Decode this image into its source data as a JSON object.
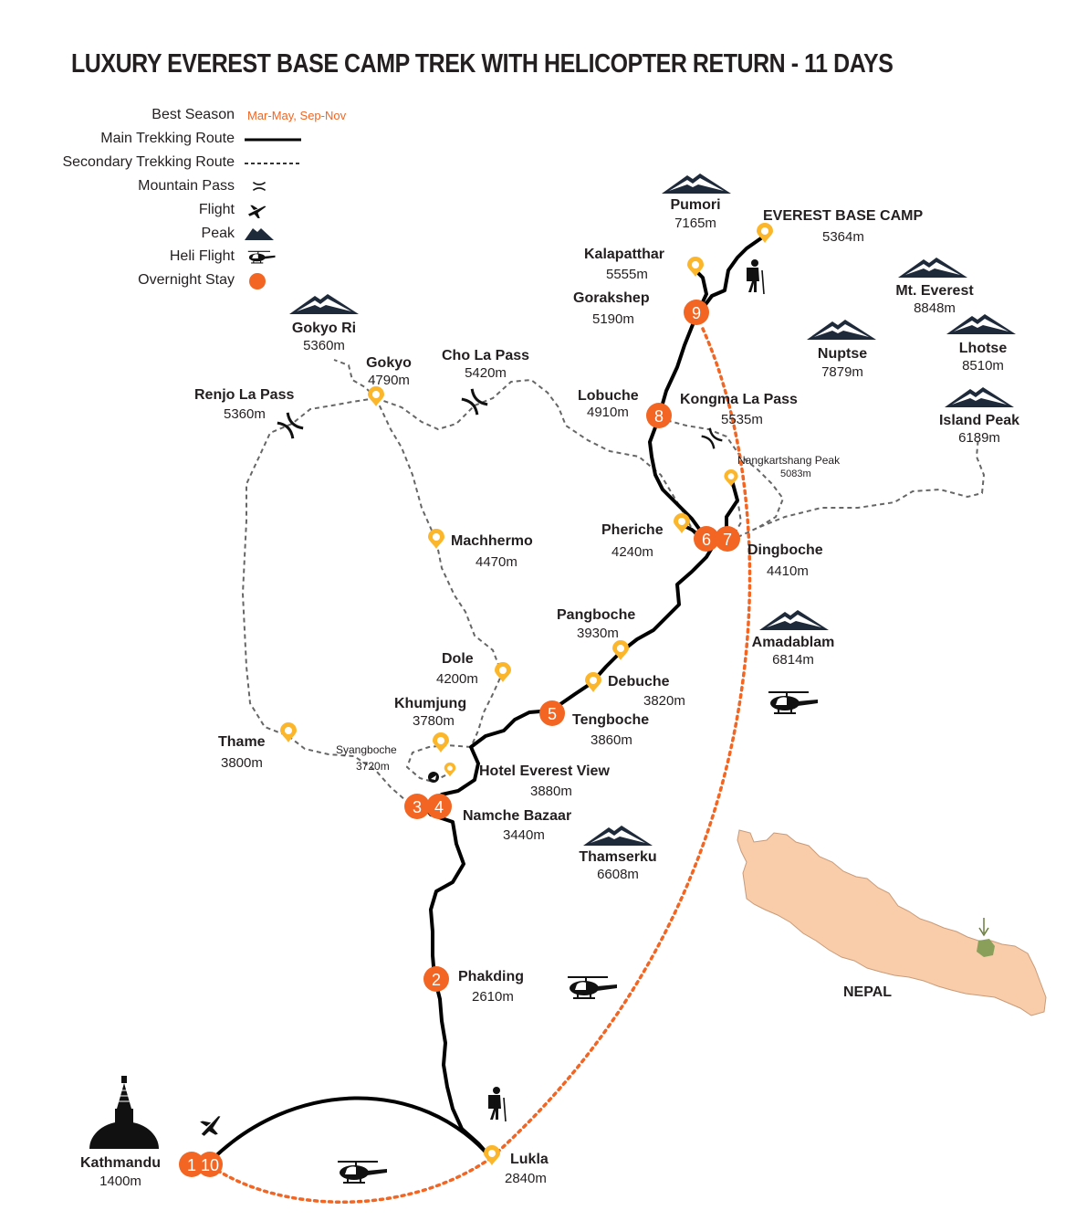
{
  "title": "LUXURY EVEREST BASE CAMP TREK WITH HELICOPTER RETURN - 11 DAYS",
  "legend": {
    "best_season_label": "Best Season",
    "best_season_value": "Mar-May, Sep-Nov",
    "main_route": "Main Trekking Route",
    "secondary_route": "Secondary Trekking Route",
    "mountain_pass": "Mountain Pass",
    "flight": "Flight",
    "peak": "Peak",
    "heli_flight": "Heli Flight",
    "overnight_stay": "Overnight Stay"
  },
  "places": {
    "ebc": {
      "name": "EVEREST BASE CAMP",
      "alt": "5364m"
    },
    "pumori": {
      "name": "Pumori",
      "alt": "7165m"
    },
    "kalapatthar": {
      "name": "Kalapatthar",
      "alt": "5555m"
    },
    "gorakshep": {
      "name": "Gorakshep",
      "alt": "5190m"
    },
    "mt_everest": {
      "name": "Mt. Everest",
      "alt": "8848m"
    },
    "nuptse": {
      "name": "Nuptse",
      "alt": "7879m"
    },
    "lhotse": {
      "name": "Lhotse",
      "alt": "8510m"
    },
    "gokyo_ri": {
      "name": "Gokyo Ri",
      "alt": "5360m"
    },
    "gokyo": {
      "name": "Gokyo",
      "alt": "4790m"
    },
    "cho_la": {
      "name": "Cho La Pass",
      "alt": "5420m"
    },
    "renjo_la": {
      "name": "Renjo La Pass",
      "alt": "5360m"
    },
    "lobuche": {
      "name": "Lobuche",
      "alt": "4910m"
    },
    "kongma_la": {
      "name": "Kongma La Pass",
      "alt": "5535m"
    },
    "island_peak": {
      "name": "Island Peak",
      "alt": "6189m"
    },
    "nangkartshang": {
      "name": "Nangkartshang Peak",
      "alt": "5083m"
    },
    "pheriche": {
      "name": "Pheriche",
      "alt": "4240m"
    },
    "dingboche": {
      "name": "Dingboche",
      "alt": "4410m"
    },
    "machhermo": {
      "name": "Machhermo",
      "alt": "4470m"
    },
    "pangboche": {
      "name": "Pangboche",
      "alt": "3930m"
    },
    "amadablam": {
      "name": "Amadablam",
      "alt": "6814m"
    },
    "dole": {
      "name": "Dole",
      "alt": "4200m"
    },
    "debuche": {
      "name": "Debuche",
      "alt": "3820m"
    },
    "khumjung": {
      "name": "Khumjung",
      "alt": "3780m"
    },
    "tengboche": {
      "name": "Tengboche",
      "alt": "3860m"
    },
    "thame": {
      "name": "Thame",
      "alt": "3800m"
    },
    "syangboche": {
      "name": "Syangboche",
      "alt": "3720m"
    },
    "hotel_everest_view": {
      "name": "Hotel Everest View",
      "alt": "3880m"
    },
    "namche": {
      "name": "Namche Bazaar",
      "alt": "3440m"
    },
    "thamserku": {
      "name": "Thamserku",
      "alt": "6608m"
    },
    "phakding": {
      "name": "Phakding",
      "alt": "2610m"
    },
    "kathmandu": {
      "name": "Kathmandu",
      "alt": "1400m"
    },
    "lukla": {
      "name": "Lukla",
      "alt": "2840m"
    }
  },
  "inset": {
    "country": "NEPAL"
  },
  "overnight_markers": [
    "1",
    "2",
    "3",
    "4",
    "5",
    "6",
    "7",
    "8",
    "9",
    "10"
  ],
  "colors": {
    "overnight": "#f26522",
    "pin": "#fbb62b",
    "route": "#000000",
    "secondary_route": "#666666",
    "heli_route": "#f26522",
    "peak": "#1e2a3a",
    "nepal_fill": "#f9cdaa",
    "everest_region": "#8aa05a"
  }
}
